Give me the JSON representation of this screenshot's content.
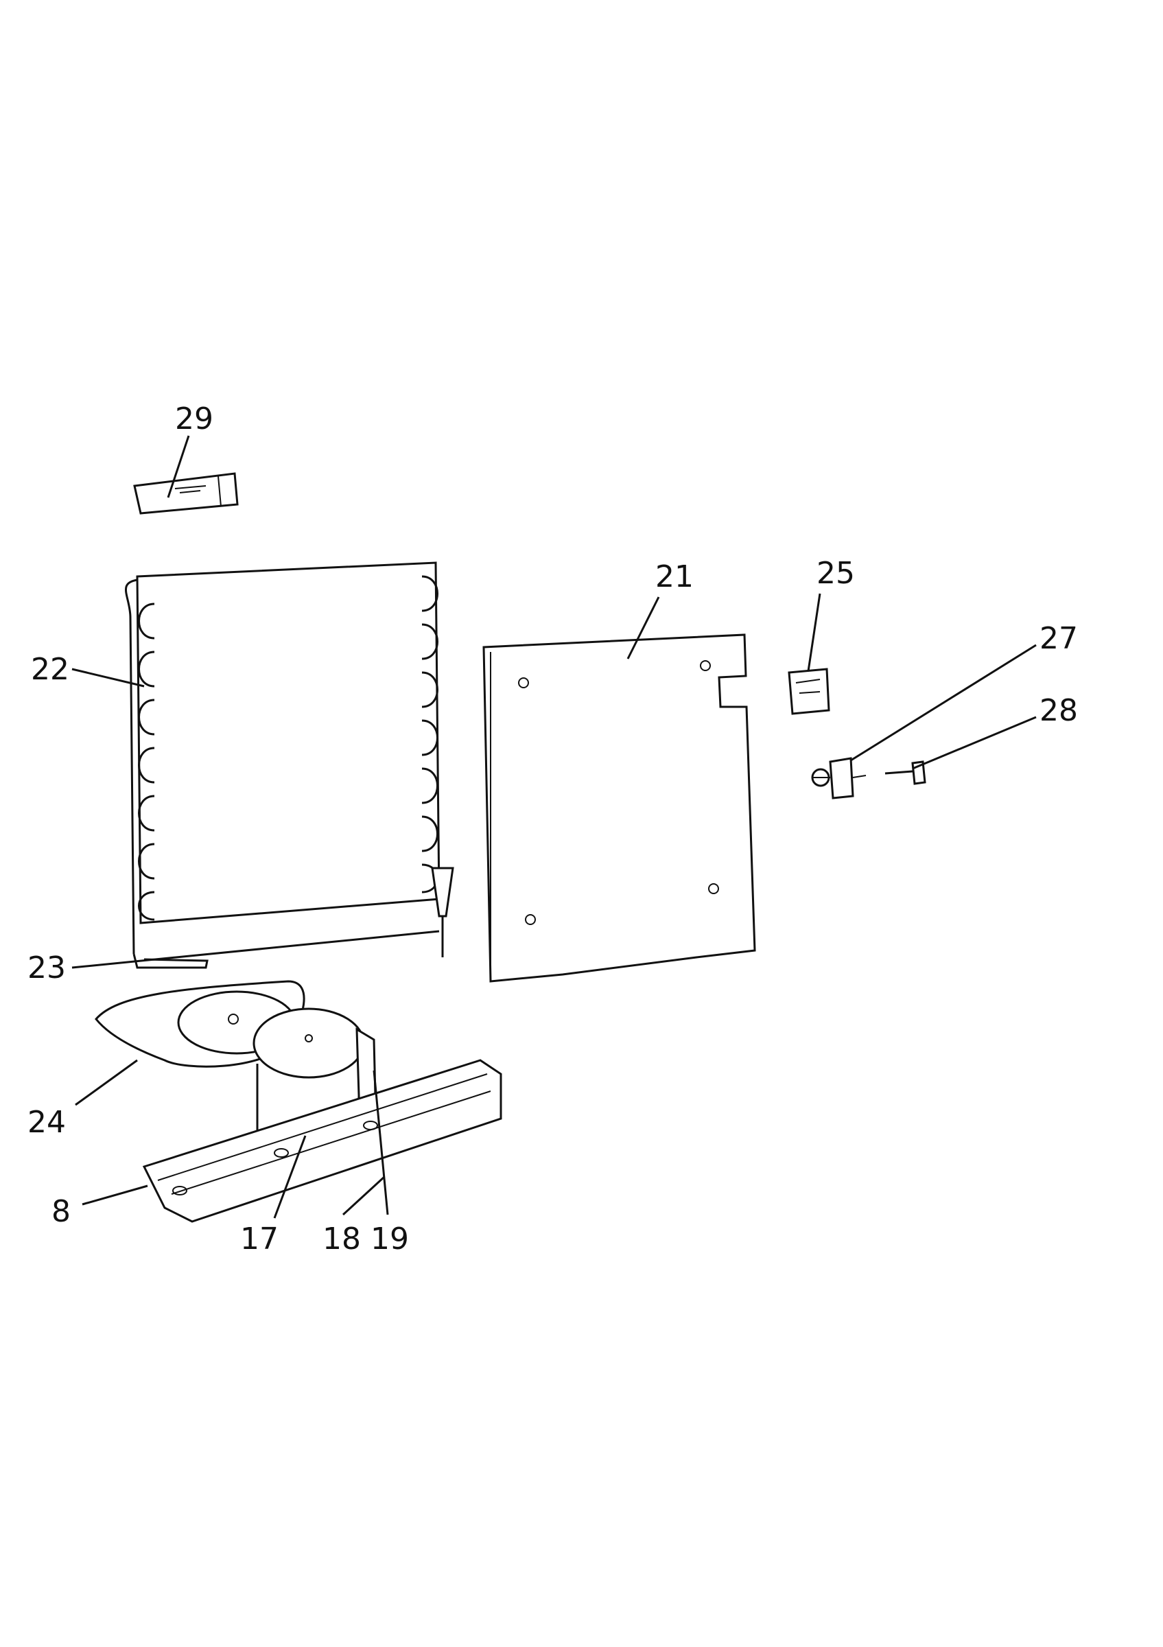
{
  "callouts": {
    "c29": "29",
    "c22": "22",
    "c23": "23",
    "c21": "21",
    "c25": "25",
    "c27": "27",
    "c28": "28",
    "c24": "24",
    "c8": "8",
    "c17": "17",
    "c18": "18",
    "c19": "19"
  }
}
